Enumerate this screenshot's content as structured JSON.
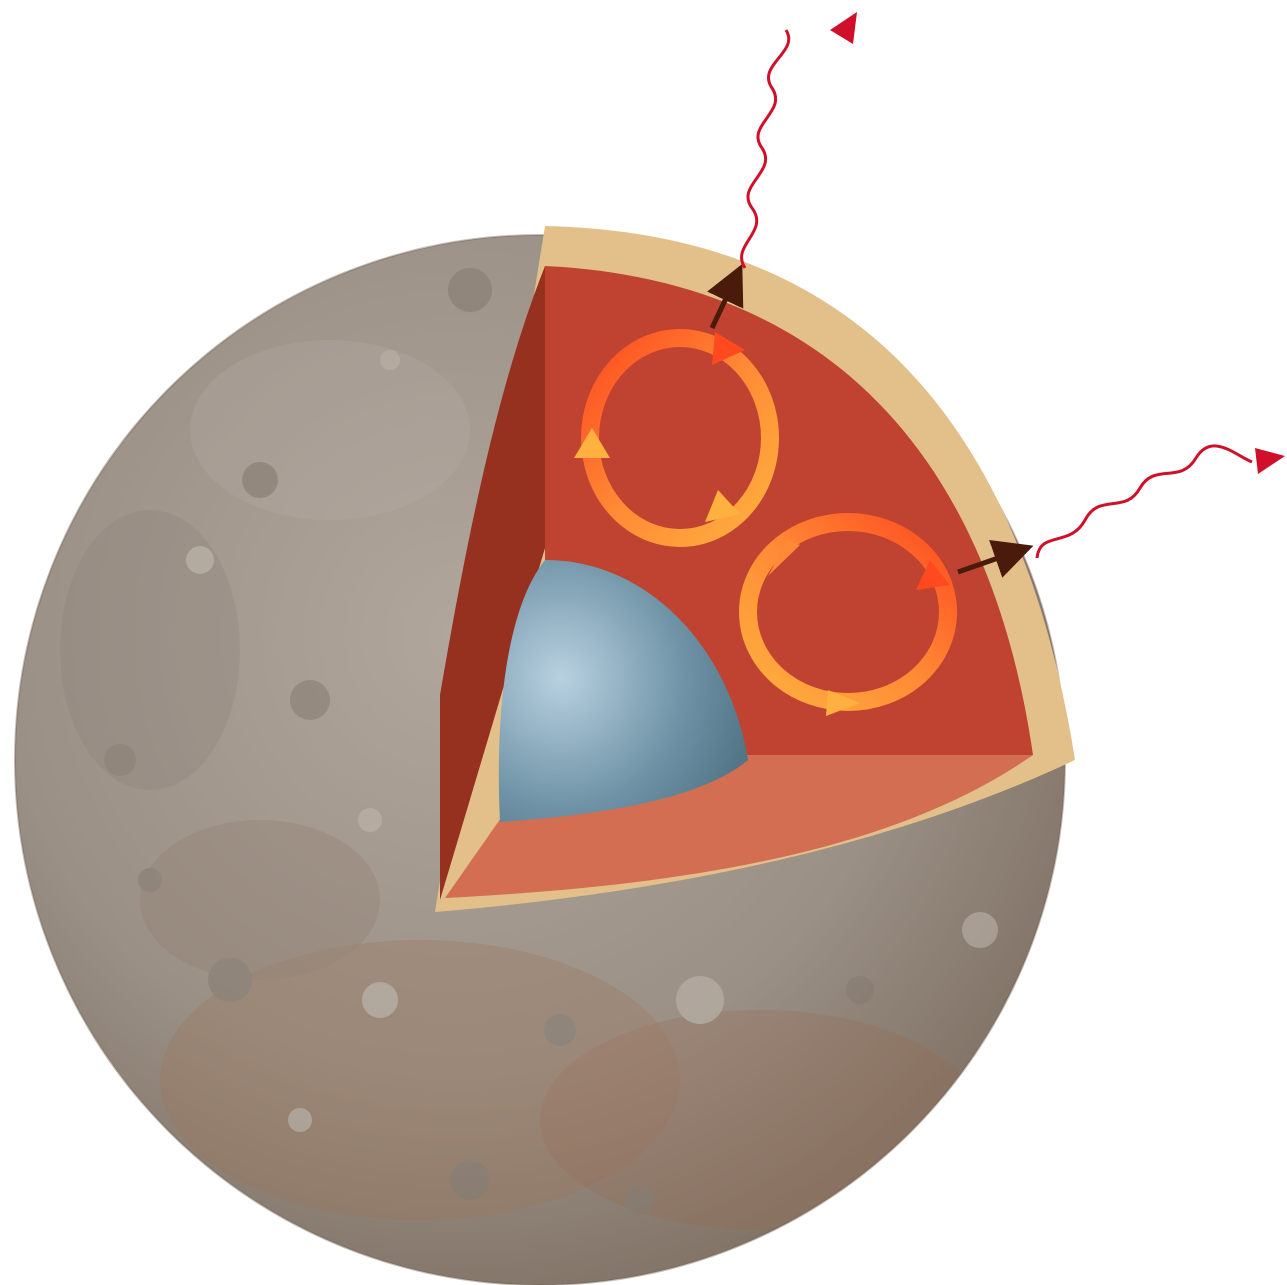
{
  "diagram": {
    "subject": "planet-interior-cutaway",
    "colors": {
      "background": "#ffffff",
      "surface": "#9a9086",
      "surface_shadow": "#6e5f52",
      "crust": "#e3c089",
      "mantle": "#bf4330",
      "mantle_left_face": "#96301f",
      "mantle_floor": "#d36e52",
      "core_light": "#b8d1e0",
      "core_dark": "#476a7c",
      "convection_hot": "#ff4a1f",
      "convection_warm": "#ffb13f",
      "heat_flow_arrow": "#4a1a0a",
      "radiation": "#d0102a"
    },
    "icons": {
      "convection_cell": "circular-arrow-icon",
      "heat_flow": "arrow-icon",
      "radiation": "wavy-arrow-icon"
    },
    "convection_cell_count": 2,
    "radiation_ray_count": 2
  }
}
